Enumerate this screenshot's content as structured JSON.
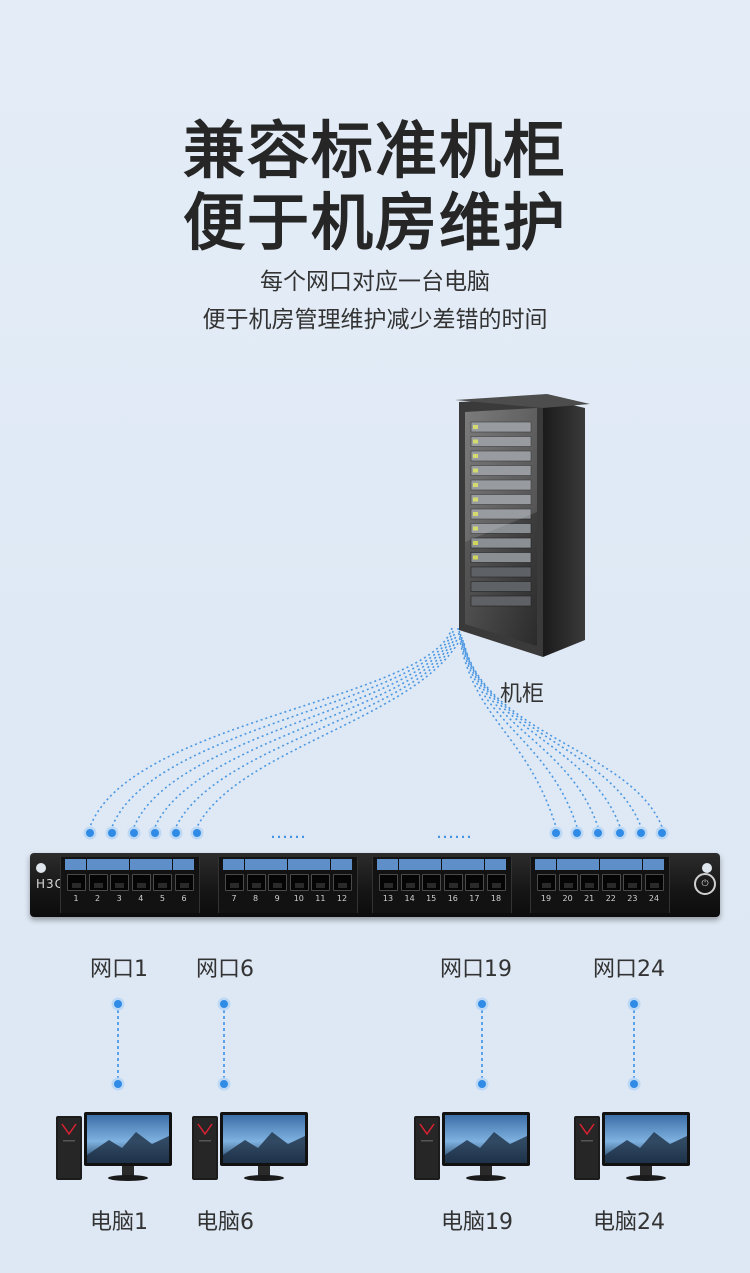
{
  "headline": {
    "line1": "兼容标准机柜",
    "line2": "便于机房维护"
  },
  "subtitle": {
    "line1": "每个网口对应一台电脑",
    "line2": "便于机房管理维护减少差错的时间"
  },
  "cabinet": {
    "label": "机柜"
  },
  "panel": {
    "brand": "H3C",
    "power_symbol": "⏻",
    "ports": [
      "1",
      "2",
      "3",
      "4",
      "5",
      "6",
      "7",
      "8",
      "9",
      "10",
      "11",
      "12",
      "13",
      "14",
      "15",
      "16",
      "17",
      "18",
      "19",
      "20",
      "21",
      "22",
      "23",
      "24"
    ],
    "ellipsis": "……"
  },
  "ports": [
    {
      "port_label": "网口1",
      "pc_label": "电脑1"
    },
    {
      "port_label": "网口6",
      "pc_label": "电脑6"
    },
    {
      "port_label": "网口19",
      "pc_label": "电脑19"
    },
    {
      "port_label": "网口24",
      "pc_label": "电脑24"
    }
  ],
  "colors": {
    "wire": "#3d8fe0",
    "dot": "#2f8be6",
    "label_bar": "#5f8fc8",
    "text": "#333333",
    "headline": "#262626"
  }
}
